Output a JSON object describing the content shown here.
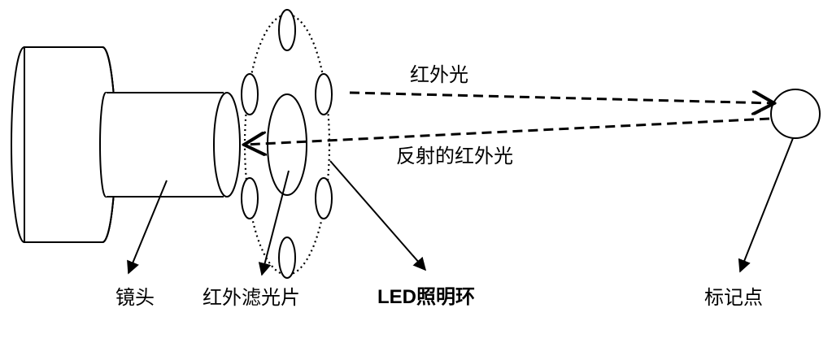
{
  "labels": {
    "ir_light": "红外光",
    "reflected_ir": "反射的红外光",
    "lens": "镜头",
    "ir_filter": "红外滤光片",
    "led_ring": "LED照明环",
    "marker": "标记点"
  }
}
